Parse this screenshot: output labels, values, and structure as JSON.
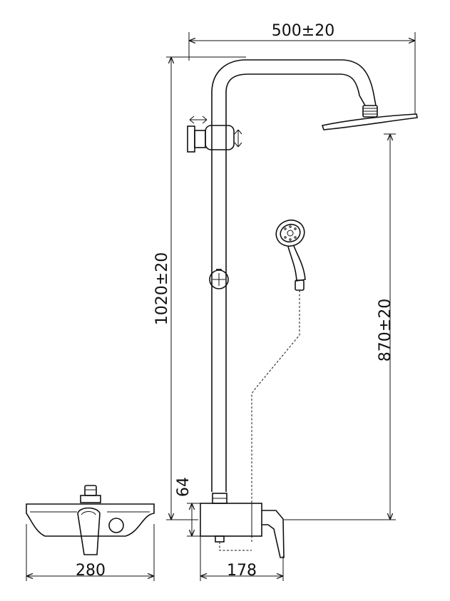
{
  "dimensions": {
    "top_width": "500±20",
    "total_height": "1020±20",
    "head_height": "870±20",
    "mixer_height": "64",
    "mixer_width": "280",
    "mixer_depth": "178"
  }
}
